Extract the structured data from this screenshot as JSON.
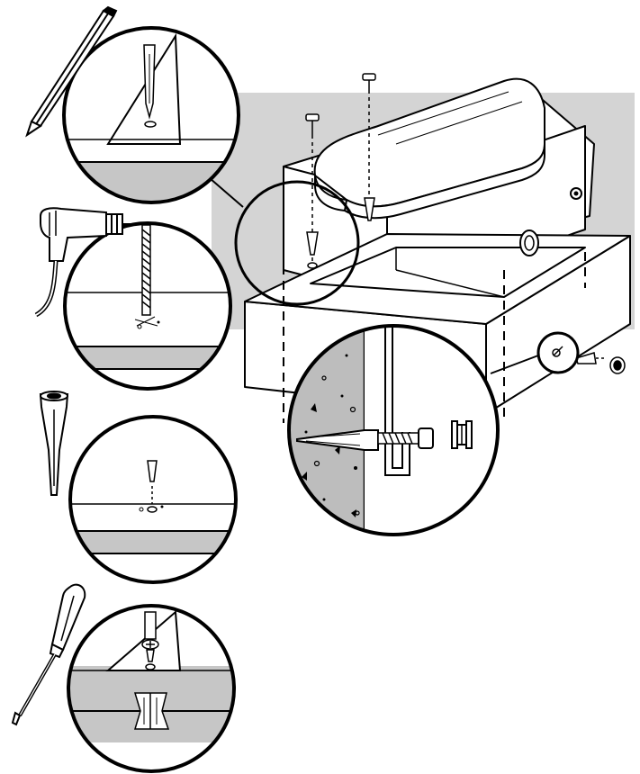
{
  "figure": {
    "kind": "wall-mount installation diagram",
    "steps": [
      {
        "tool": "pencil-icon",
        "action": "mark-hole"
      },
      {
        "tool": "drill-icon",
        "action": "drill-hole"
      },
      {
        "tool": "wall-anchor-icon",
        "action": "insert-anchor"
      },
      {
        "tool": "screwdriver-icon",
        "action": "drive-screw"
      }
    ],
    "colors": {
      "ink": "#000000",
      "paper": "#ffffff",
      "wall_backdrop": "#d4d4d4",
      "detail_gray": "#c6c6c6",
      "concrete": "#bdbdbd"
    }
  }
}
